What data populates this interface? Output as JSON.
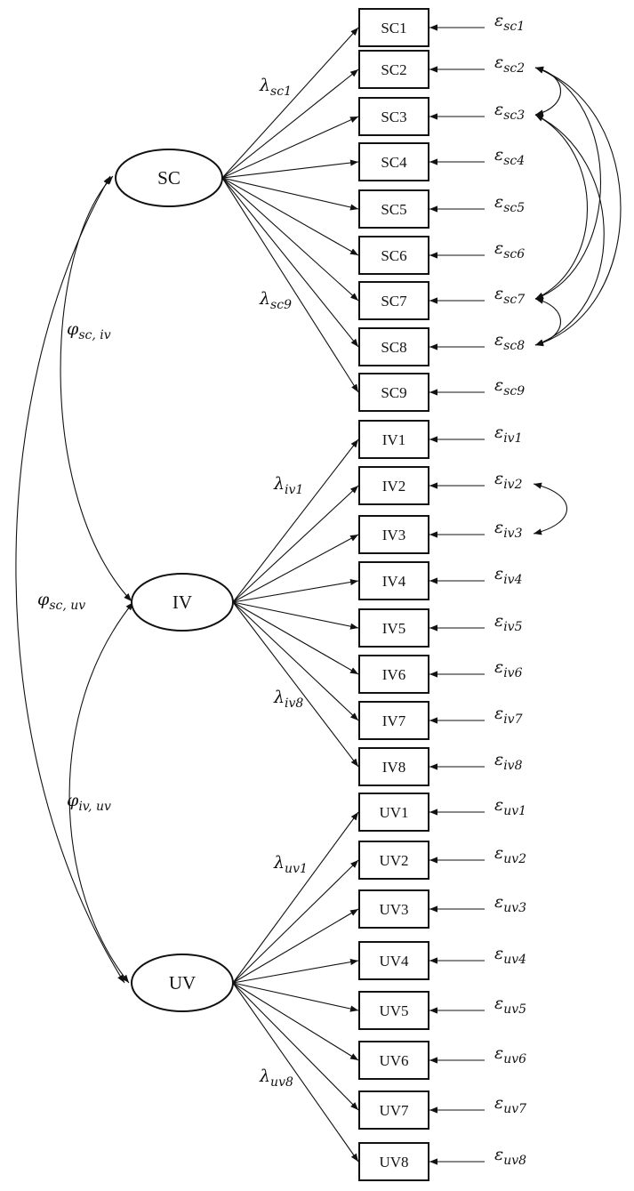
{
  "latents": [
    {
      "id": "SC",
      "label": "SC"
    },
    {
      "id": "IV",
      "label": "IV"
    },
    {
      "id": "UV",
      "label": "UV"
    }
  ],
  "indicators": [
    {
      "label": "SC1",
      "factor": "SC",
      "error": {
        "symbol": "ε",
        "sub": "sc1"
      }
    },
    {
      "label": "SC2",
      "factor": "SC",
      "error": {
        "symbol": "ε",
        "sub": "sc2"
      }
    },
    {
      "label": "SC3",
      "factor": "SC",
      "error": {
        "symbol": "ε",
        "sub": "sc3"
      }
    },
    {
      "label": "SC4",
      "factor": "SC",
      "error": {
        "symbol": "ε",
        "sub": "sc4"
      }
    },
    {
      "label": "SC5",
      "factor": "SC",
      "error": {
        "symbol": "ε",
        "sub": "sc5"
      }
    },
    {
      "label": "SC6",
      "factor": "SC",
      "error": {
        "symbol": "ε",
        "sub": "sc6"
      }
    },
    {
      "label": "SC7",
      "factor": "SC",
      "error": {
        "symbol": "ε",
        "sub": "sc7"
      }
    },
    {
      "label": "SC8",
      "factor": "SC",
      "error": {
        "symbol": "ε",
        "sub": "sc8"
      }
    },
    {
      "label": "SC9",
      "factor": "SC",
      "error": {
        "symbol": "ε",
        "sub": "sc9"
      }
    },
    {
      "label": "IV1",
      "factor": "IV",
      "error": {
        "symbol": "ε",
        "sub": "iv1"
      }
    },
    {
      "label": "IV2",
      "factor": "IV",
      "error": {
        "symbol": "ε",
        "sub": "iv2"
      }
    },
    {
      "label": "IV3",
      "factor": "IV",
      "error": {
        "symbol": "ε",
        "sub": "iv3"
      }
    },
    {
      "label": "IV4",
      "factor": "IV",
      "error": {
        "symbol": "ε",
        "sub": "iv4"
      }
    },
    {
      "label": "IV5",
      "factor": "IV",
      "error": {
        "symbol": "ε",
        "sub": "iv5"
      }
    },
    {
      "label": "IV6",
      "factor": "IV",
      "error": {
        "symbol": "ε",
        "sub": "iv6"
      }
    },
    {
      "label": "IV7",
      "factor": "IV",
      "error": {
        "symbol": "ε",
        "sub": "iv7"
      }
    },
    {
      "label": "IV8",
      "factor": "IV",
      "error": {
        "symbol": "ε",
        "sub": "iv8"
      }
    },
    {
      "label": "UV1",
      "factor": "UV",
      "error": {
        "symbol": "ε",
        "sub": "uv1"
      }
    },
    {
      "label": "UV2",
      "factor": "UV",
      "error": {
        "symbol": "ε",
        "sub": "uv2"
      }
    },
    {
      "label": "UV3",
      "factor": "UV",
      "error": {
        "symbol": "ε",
        "sub": "uv3"
      }
    },
    {
      "label": "UV4",
      "factor": "UV",
      "error": {
        "symbol": "ε",
        "sub": "uv4"
      }
    },
    {
      "label": "UV5",
      "factor": "UV",
      "error": {
        "symbol": "ε",
        "sub": "uv5"
      }
    },
    {
      "label": "UV6",
      "factor": "UV",
      "error": {
        "symbol": "ε",
        "sub": "uv6"
      }
    },
    {
      "label": "UV7",
      "factor": "UV",
      "error": {
        "symbol": "ε",
        "sub": "uv7"
      }
    },
    {
      "label": "UV8",
      "factor": "UV",
      "error": {
        "symbol": "ε",
        "sub": "uv8"
      }
    }
  ],
  "loading_labels": [
    {
      "symbol": "λ",
      "sub": "sc1"
    },
    {
      "symbol": "λ",
      "sub": "sc9"
    },
    {
      "symbol": "λ",
      "sub": "iv1"
    },
    {
      "symbol": "λ",
      "sub": "iv8"
    },
    {
      "symbol": "λ",
      "sub": "uv1"
    },
    {
      "symbol": "λ",
      "sub": "uv8"
    }
  ],
  "factor_covariances": [
    {
      "symbol": "φ",
      "sub": "sc, iv"
    },
    {
      "symbol": "φ",
      "sub": "sc, uv"
    },
    {
      "symbol": "φ",
      "sub": "iv, uv"
    }
  ],
  "error_covariances": [
    {
      "from": "sc2",
      "to": "sc3"
    },
    {
      "from": "sc2",
      "to": "sc7"
    },
    {
      "from": "sc2",
      "to": "sc8"
    },
    {
      "from": "sc3",
      "to": "sc7"
    },
    {
      "from": "sc3",
      "to": "sc8"
    },
    {
      "from": "sc7",
      "to": "sc8"
    },
    {
      "from": "iv2",
      "to": "iv3"
    }
  ]
}
